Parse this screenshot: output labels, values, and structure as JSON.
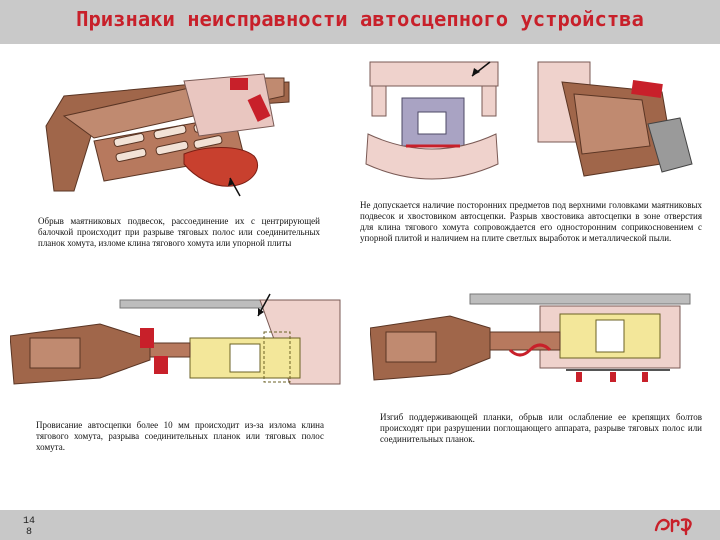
{
  "slide": {
    "title": "Признаки неисправности автосцепного устройства",
    "page_number": [
      "14",
      "8"
    ]
  },
  "figures": [
    {
      "caption": "Обрыв маятниковых подвесок, рассоединение их с центрирующей балочкой происходит при разрыве тяговых полос или соединительных планок хомута, изломе клина тягового хомута или упорной плиты"
    },
    {
      "caption": "Не допускается наличие посторонних предметов под верхними головками маятниковых подвесок и хвостовиком автосцепки. Разрыв хвостовика автосцепки в зоне отверстия для клина тягового хомута сопровождается его односторонним соприкосновением с упорной плитой и наличием на плите светлых выработок и металлической пыли."
    },
    {
      "caption": "Провисание автосцепки более 10 мм происходит из-за излома клина тягового хомута, разрыва соединительных планок или тяговых полос хомута."
    },
    {
      "caption": "Изгиб поддерживающей планки, обрыв или ослабление ее крепящих болтов происходят при разрушении поглощающего аппарата, разрыве тяговых полос или соединительных планок."
    }
  ],
  "colors": {
    "title": "#c8202a",
    "header_bg": "#c9c9c9",
    "footer_bg": "#c8c8c8",
    "coupler": "#a0664a",
    "frame": "#e9c6c0",
    "apparatus": "#f3e79a",
    "highlight": "#c8202a"
  },
  "icons": [
    "rzd-logo",
    "arrow-icon"
  ]
}
